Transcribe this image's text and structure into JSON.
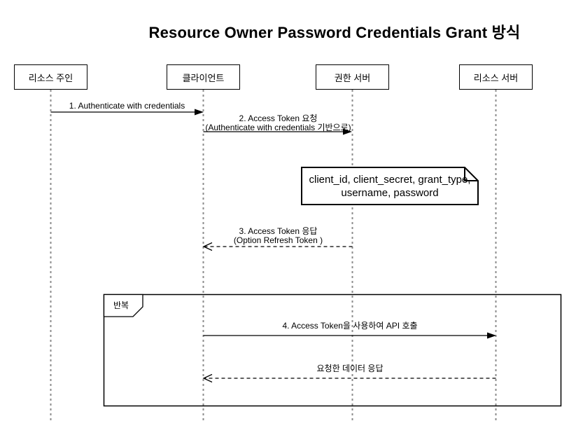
{
  "title": "Resource Owner Password Credentials Grant 방식",
  "actors": [
    {
      "label": "리소스 주인"
    },
    {
      "label": "클라이언트"
    },
    {
      "label": "권한 서버"
    },
    {
      "label": "리소스 서버"
    }
  ],
  "messages": [
    {
      "seq": 1,
      "label": "1. Authenticate with credentials",
      "sublabel": "",
      "from": "리소스 주인",
      "to": "클라이언트",
      "line": "solid",
      "arrowhead": "filled"
    },
    {
      "seq": 2,
      "label": "2. Access Token 요청",
      "sublabel": "(Authenticate with credentials 기반으로)",
      "from": "클라이언트",
      "to": "권한 서버",
      "line": "solid",
      "arrowhead": "filled"
    },
    {
      "seq": 3,
      "label": "3. Access Token 응답",
      "sublabel": "(Option Refresh Token )",
      "from": "권한 서버",
      "to": "클라이언트",
      "line": "dashed",
      "arrowhead": "open"
    },
    {
      "seq": 4,
      "label": "4. Access Token을 사용하여 API 호출",
      "sublabel": "",
      "from": "클라이언트",
      "to": "리소스 서버",
      "line": "solid",
      "arrowhead": "filled"
    },
    {
      "seq": 5,
      "label": "요청한 데이터 응답",
      "sublabel": "",
      "from": "리소스 서버",
      "to": "클라이언트",
      "line": "dashed",
      "arrowhead": "open"
    }
  ],
  "note": {
    "lines": [
      "client_id, client_secret, grant_type,",
      "username, password"
    ]
  },
  "loop_fragment": {
    "label": "반복"
  },
  "colors": {
    "line": "#000000",
    "lifeline": "#8c8c8c",
    "background": "#ffffff",
    "text": "#000000"
  }
}
